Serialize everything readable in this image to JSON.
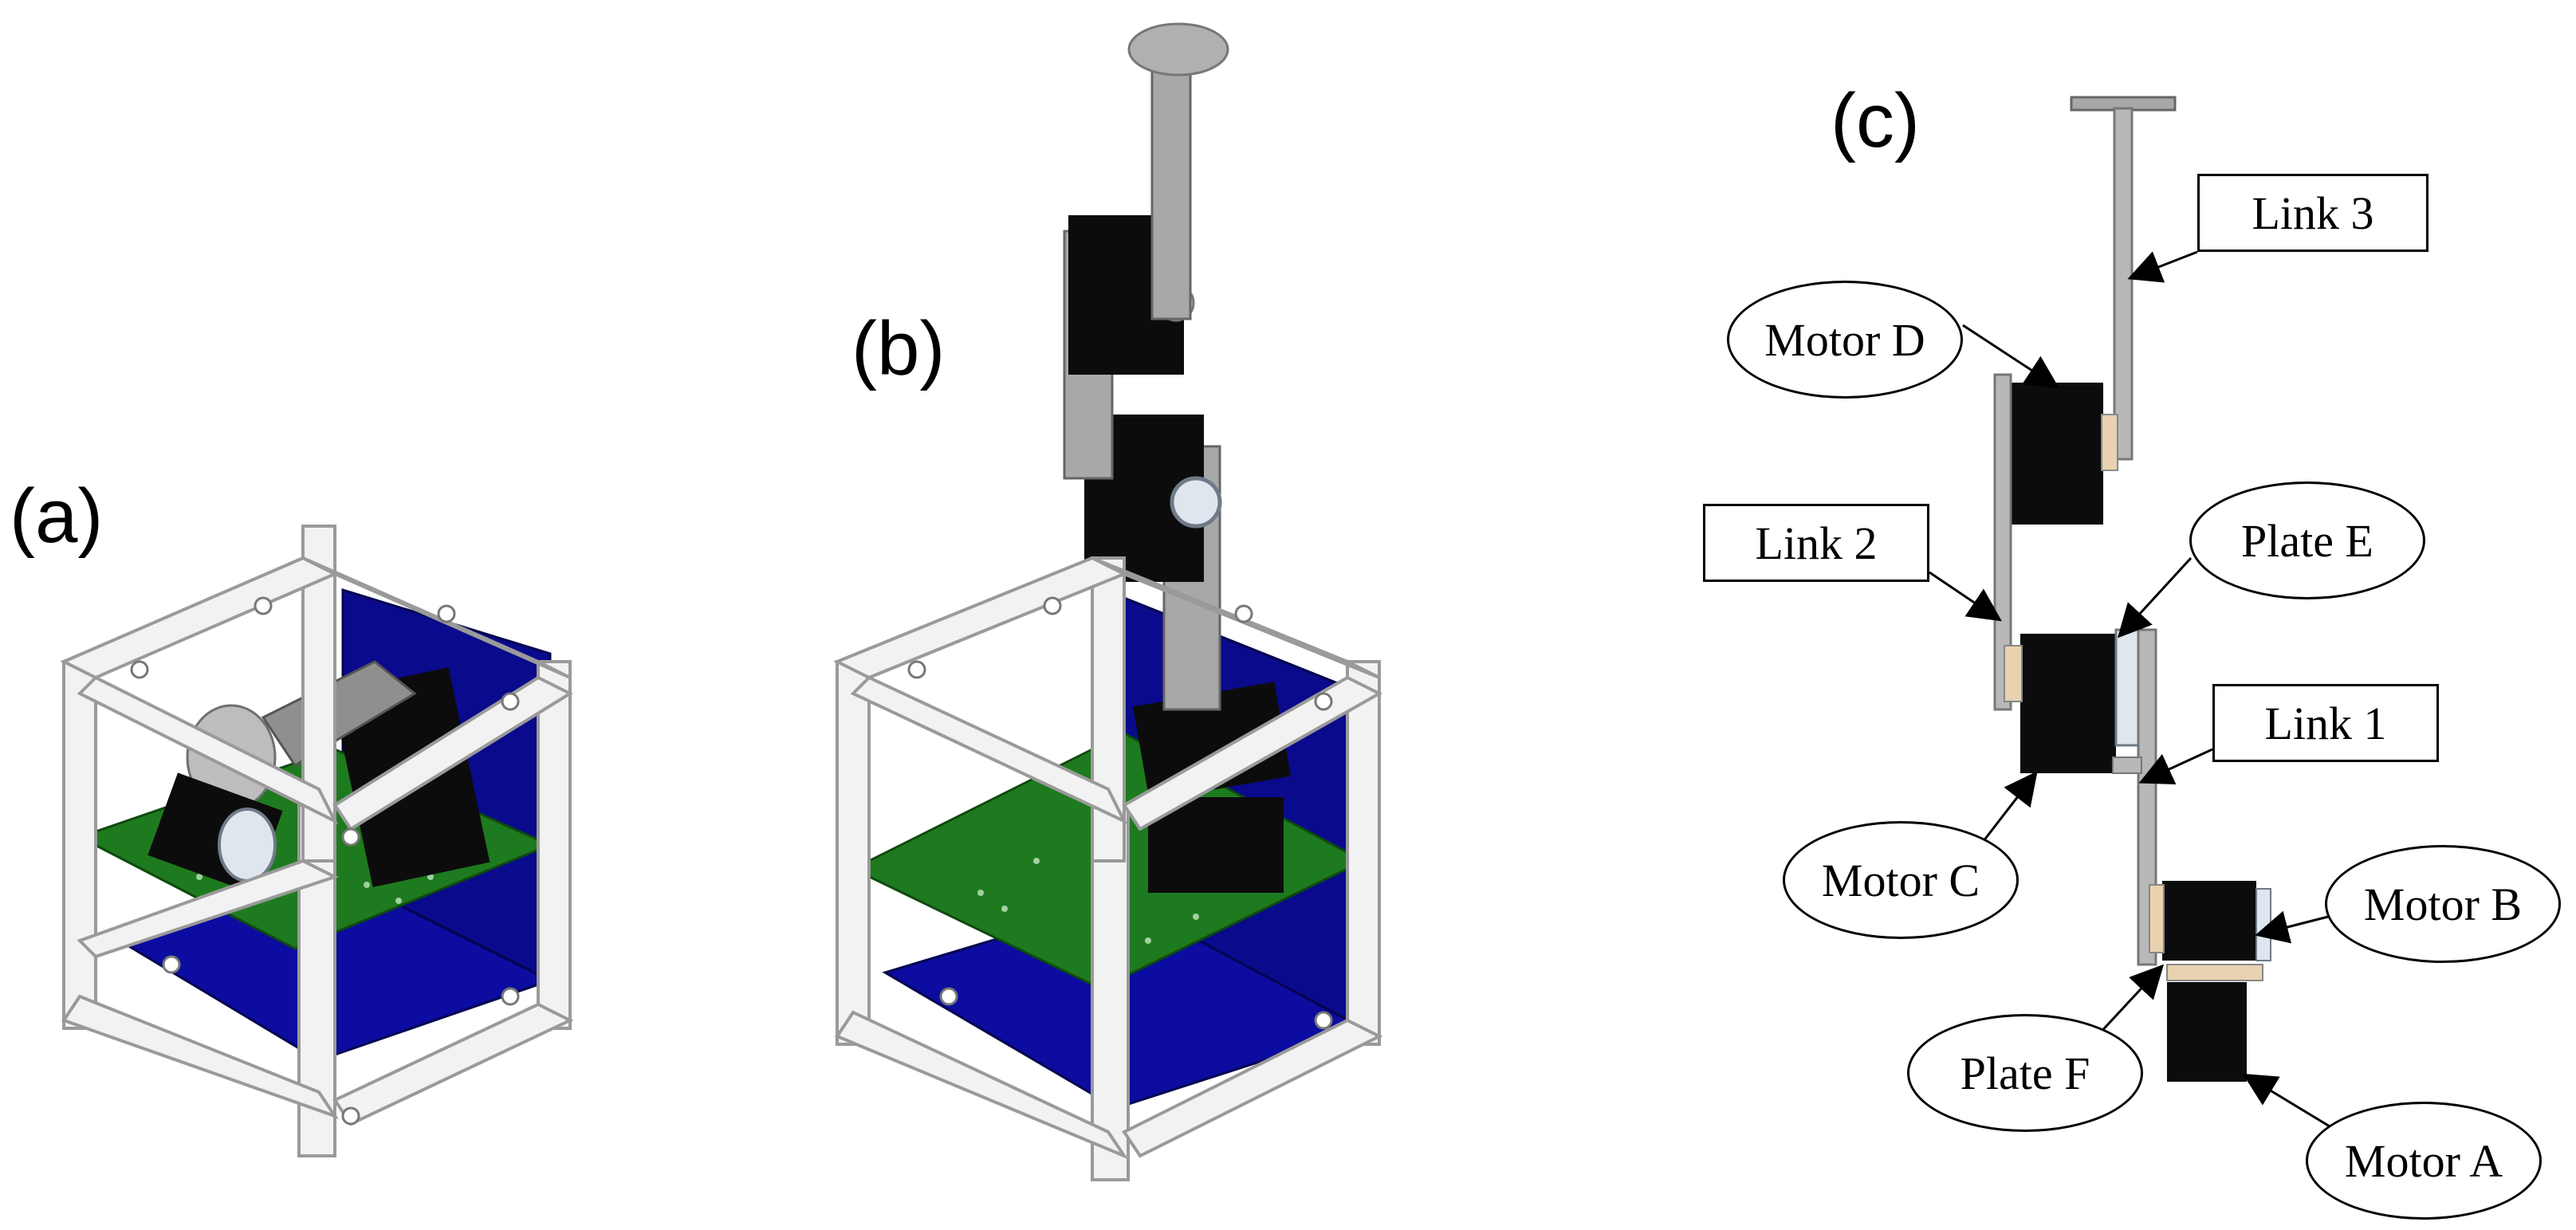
{
  "panels": {
    "a": {
      "label": "(a)"
    },
    "b": {
      "label": "(b)"
    },
    "c": {
      "label": "(c)"
    }
  },
  "callouts": {
    "link3": "Link 3",
    "motor_d": "Motor D",
    "link2": "Link 2",
    "plate_e": "Plate E",
    "link1": "Link 1",
    "motor_c": "Motor C",
    "motor_b": "Motor B",
    "plate_f": "Plate F",
    "motor_a": "Motor A"
  },
  "colors": {
    "frame": "#f2f2f2",
    "frame_edge": "#9a9a9a",
    "solar_panel": "#0a0a8c",
    "pcb": "#1e7a1e",
    "motor": "#0c0c0c",
    "link": "#a8a8a8",
    "bearing": "#e8d2b0"
  }
}
